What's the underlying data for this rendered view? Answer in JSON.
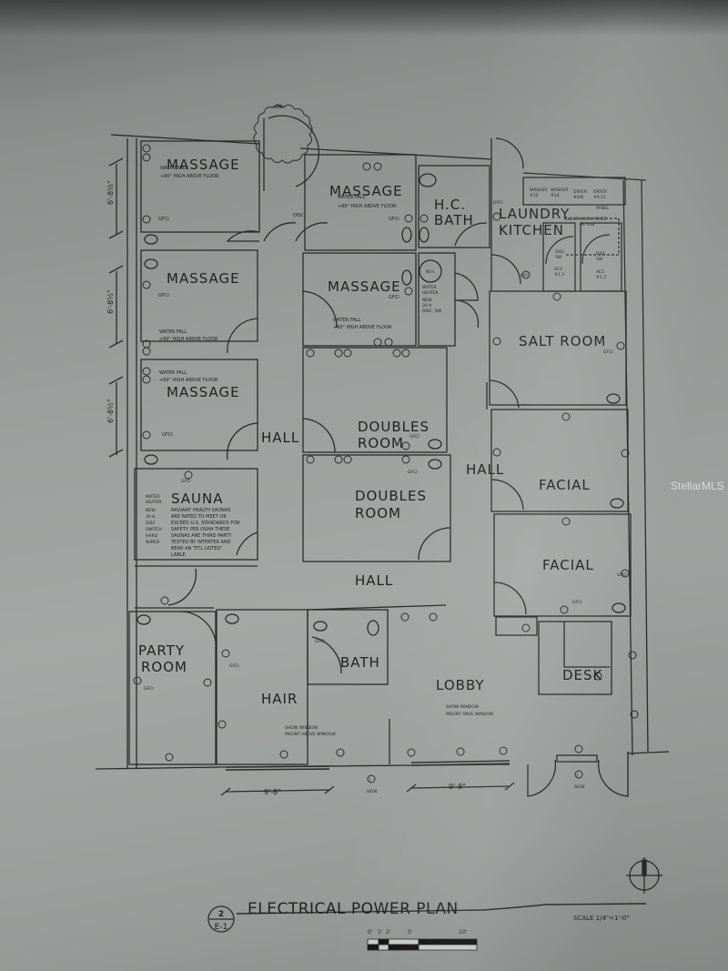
{
  "drawing": {
    "title": "ELECTRICAL POWER PLAN",
    "detail_number": "2",
    "sheet_number": "E-1",
    "scale": "SCALE 1/4\"=1'-0\"",
    "scale_bar_labels": [
      "0'",
      "1'",
      "2'",
      "5'",
      "10'"
    ],
    "watermark": "StellarMLS"
  },
  "rooms": {
    "massage_1": "MASSAGE",
    "massage_2": "MASSAGE",
    "massage_3": "MASSAGE",
    "massage_4": "MASSAGE",
    "massage_5": "MASSAGE",
    "hc_bath_1": "H.C.",
    "hc_bath_2": "BATH",
    "laundry_1": "LAUNDRY",
    "laundry_2": "KITCHEN",
    "salt_room": "SALT ROOM",
    "doubles_1a": "DOUBLES",
    "doubles_1b": "ROOM",
    "doubles_2a": "DOUBLES",
    "doubles_2b": "ROOM",
    "facial_1": "FACIAL",
    "facial_2": "FACIAL",
    "sauna": "SAUNA",
    "hall_1": "HALL",
    "hall_2": "HALL",
    "hall_3": "HALL",
    "party_1": "PARTY",
    "party_2": "ROOM",
    "hair": "HAIR",
    "bath": "BATH",
    "lobby": "LOBBY",
    "desk": "DESK"
  },
  "notes": {
    "waterfall_1": "WATER FALL",
    "waterfall_2": "+60\" HIGH ABOVE FLOOR",
    "gfci": "GFCI",
    "disc": "DISC",
    "wh": "W.H.",
    "water_heater": "WATER",
    "heater": "HEATER",
    "new": "NEW",
    "amp": "30 A.",
    "disc_sw": "DISC. SW",
    "sauna_wh": [
      "WATER",
      "HEATER"
    ],
    "sauna_left": [
      "NEW",
      "30 A.",
      "DISC",
      "SWITCH",
      "HARD",
      "WIRED"
    ],
    "sauna_note": [
      "RADIANT HEALTH SAUNAS",
      "ARE RATED TO MEET OR",
      "EXCEED U.S. STANDARDS FOR",
      "SAFETY.  PER OSHA THESE",
      "SAUNAS ARE THIRD PARTY",
      "TESTED BY INTERTEK AND",
      "BEAR AN \"ETL LISTED\"",
      "LABLE."
    ],
    "washer_1": [
      "WASHER",
      "#12"
    ],
    "washer_2": [
      "WASHER",
      "#14"
    ],
    "dryer_1": [
      "DRYER",
      "#6/8"
    ],
    "dryer_2": [
      "DRYER",
      "#9.11"
    ],
    "panel": "PANEL",
    "clear_work": "CLEAR WORK SPACE",
    "clear_dim": "36\"x48\"",
    "ac_1": [
      "AC2",
      "#1.3"
    ],
    "ac_2": [
      "AC1",
      "#1.3"
    ],
    "disc_sw_ac": [
      "DISC",
      "SW"
    ],
    "show_window_1": [
      "SHOW WINDOW",
      "MOUNT ABOVE WINDOW"
    ],
    "show_window_2": [
      "SHOW WINDOW",
      "MOUNT ABVE WINDOW"
    ],
    "sign": "SIGN",
    "j": "J"
  },
  "dimensions": {
    "left_1": "6'-8½\"",
    "left_2": "6'-8½\"",
    "left_3": "6'-8½\"",
    "front_1": "9'-8\"",
    "front_2": "9'-8\""
  }
}
